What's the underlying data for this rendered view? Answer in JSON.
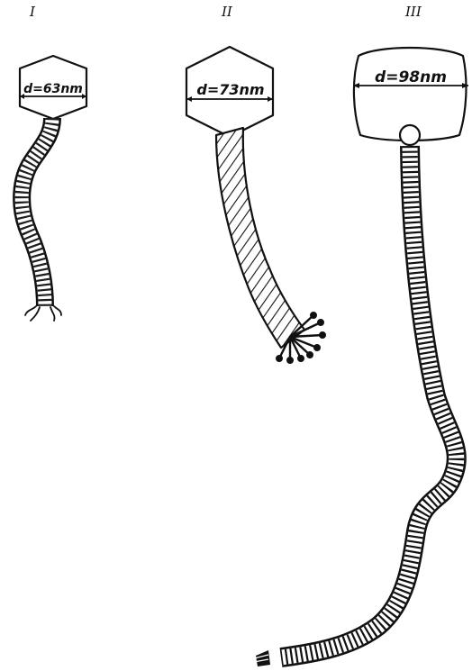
{
  "diagram": {
    "phages": [
      {
        "roman": "I",
        "diameter_label": "d=63nm"
      },
      {
        "roman": "II",
        "diameter_label": "d=73nm"
      },
      {
        "roman": "III",
        "diameter_label": "d=98nm"
      }
    ]
  }
}
